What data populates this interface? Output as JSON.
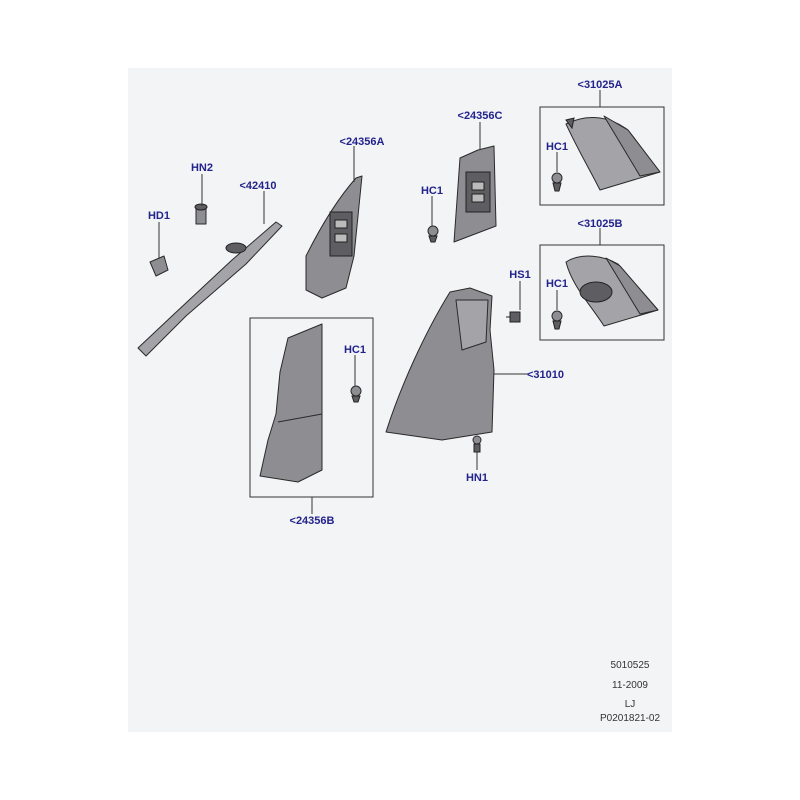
{
  "callouts": {
    "c31025a": "<31025A",
    "c31025b": "<31025B",
    "c24356c": "<24356C",
    "c24356a": "<24356A",
    "c24356b": "<24356B",
    "c42410": "<42410",
    "c31010": "<31010",
    "hn2": "HN2",
    "hd1": "HD1",
    "hc1_a": "HC1",
    "hc1_b": "HC1",
    "hc1_c": "HC1",
    "hc1_d": "HC1",
    "hs1": "HS1",
    "hn1": "HN1"
  },
  "footer": {
    "code": "5010525",
    "date": "11-2009",
    "initials": "LJ",
    "ref": "P0201821-02"
  },
  "colors": {
    "label": "#23238c",
    "panel": "#f3f4f6",
    "part_fill": "#8e8e92"
  }
}
